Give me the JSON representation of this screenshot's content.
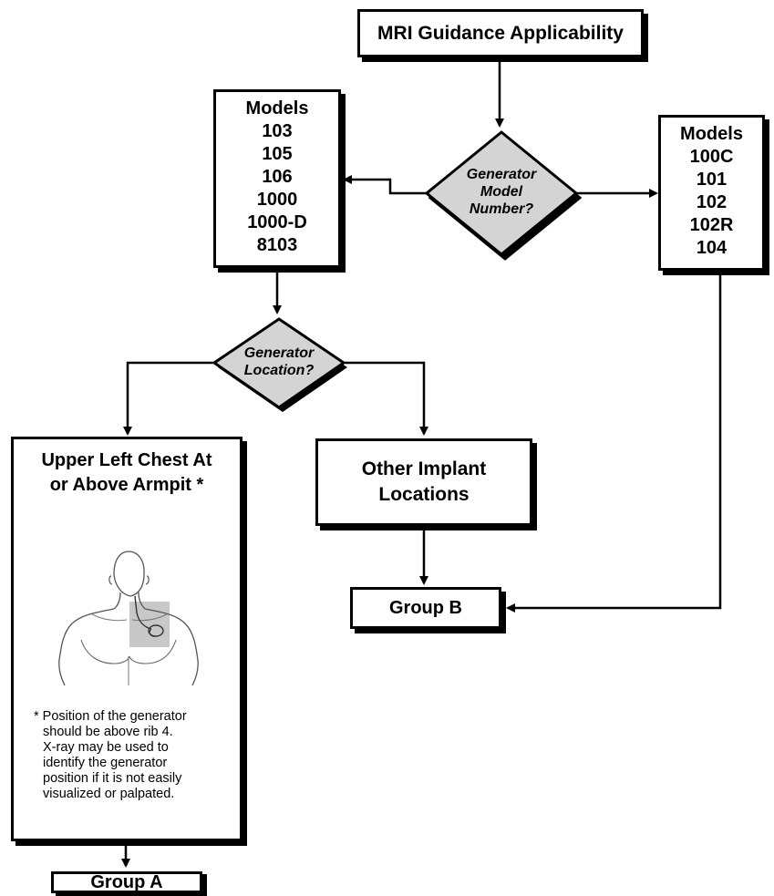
{
  "title": "MRI Guidance Applicability",
  "decision_model": {
    "lines": [
      "Generator",
      "Model",
      "Number?"
    ]
  },
  "decision_location": {
    "lines": [
      "Generator",
      "Location?"
    ]
  },
  "models_left": {
    "header": "Models",
    "items": [
      "103",
      "105",
      "106",
      "1000",
      "1000-D",
      "8103"
    ]
  },
  "models_right": {
    "header": "Models",
    "items": [
      "100C",
      "101",
      "102",
      "102R",
      "104"
    ]
  },
  "upper_left": {
    "title_lines": [
      "Upper Left Chest At",
      "or Above Armpit *"
    ],
    "footnote_lines": [
      "* Position of the generator",
      "should be above rib 4.",
      "X-ray may be used to",
      "identify the generator",
      "position if it is not easily",
      "visualized or palpated."
    ]
  },
  "other_locations": {
    "lines": [
      "Other Implant",
      "Locations"
    ]
  },
  "group_a": "Group A",
  "group_b": "Group B",
  "colors": {
    "diamond_fill": "#d4d4d4",
    "line": "#000000",
    "figure_highlight": "#c8c8c8"
  }
}
